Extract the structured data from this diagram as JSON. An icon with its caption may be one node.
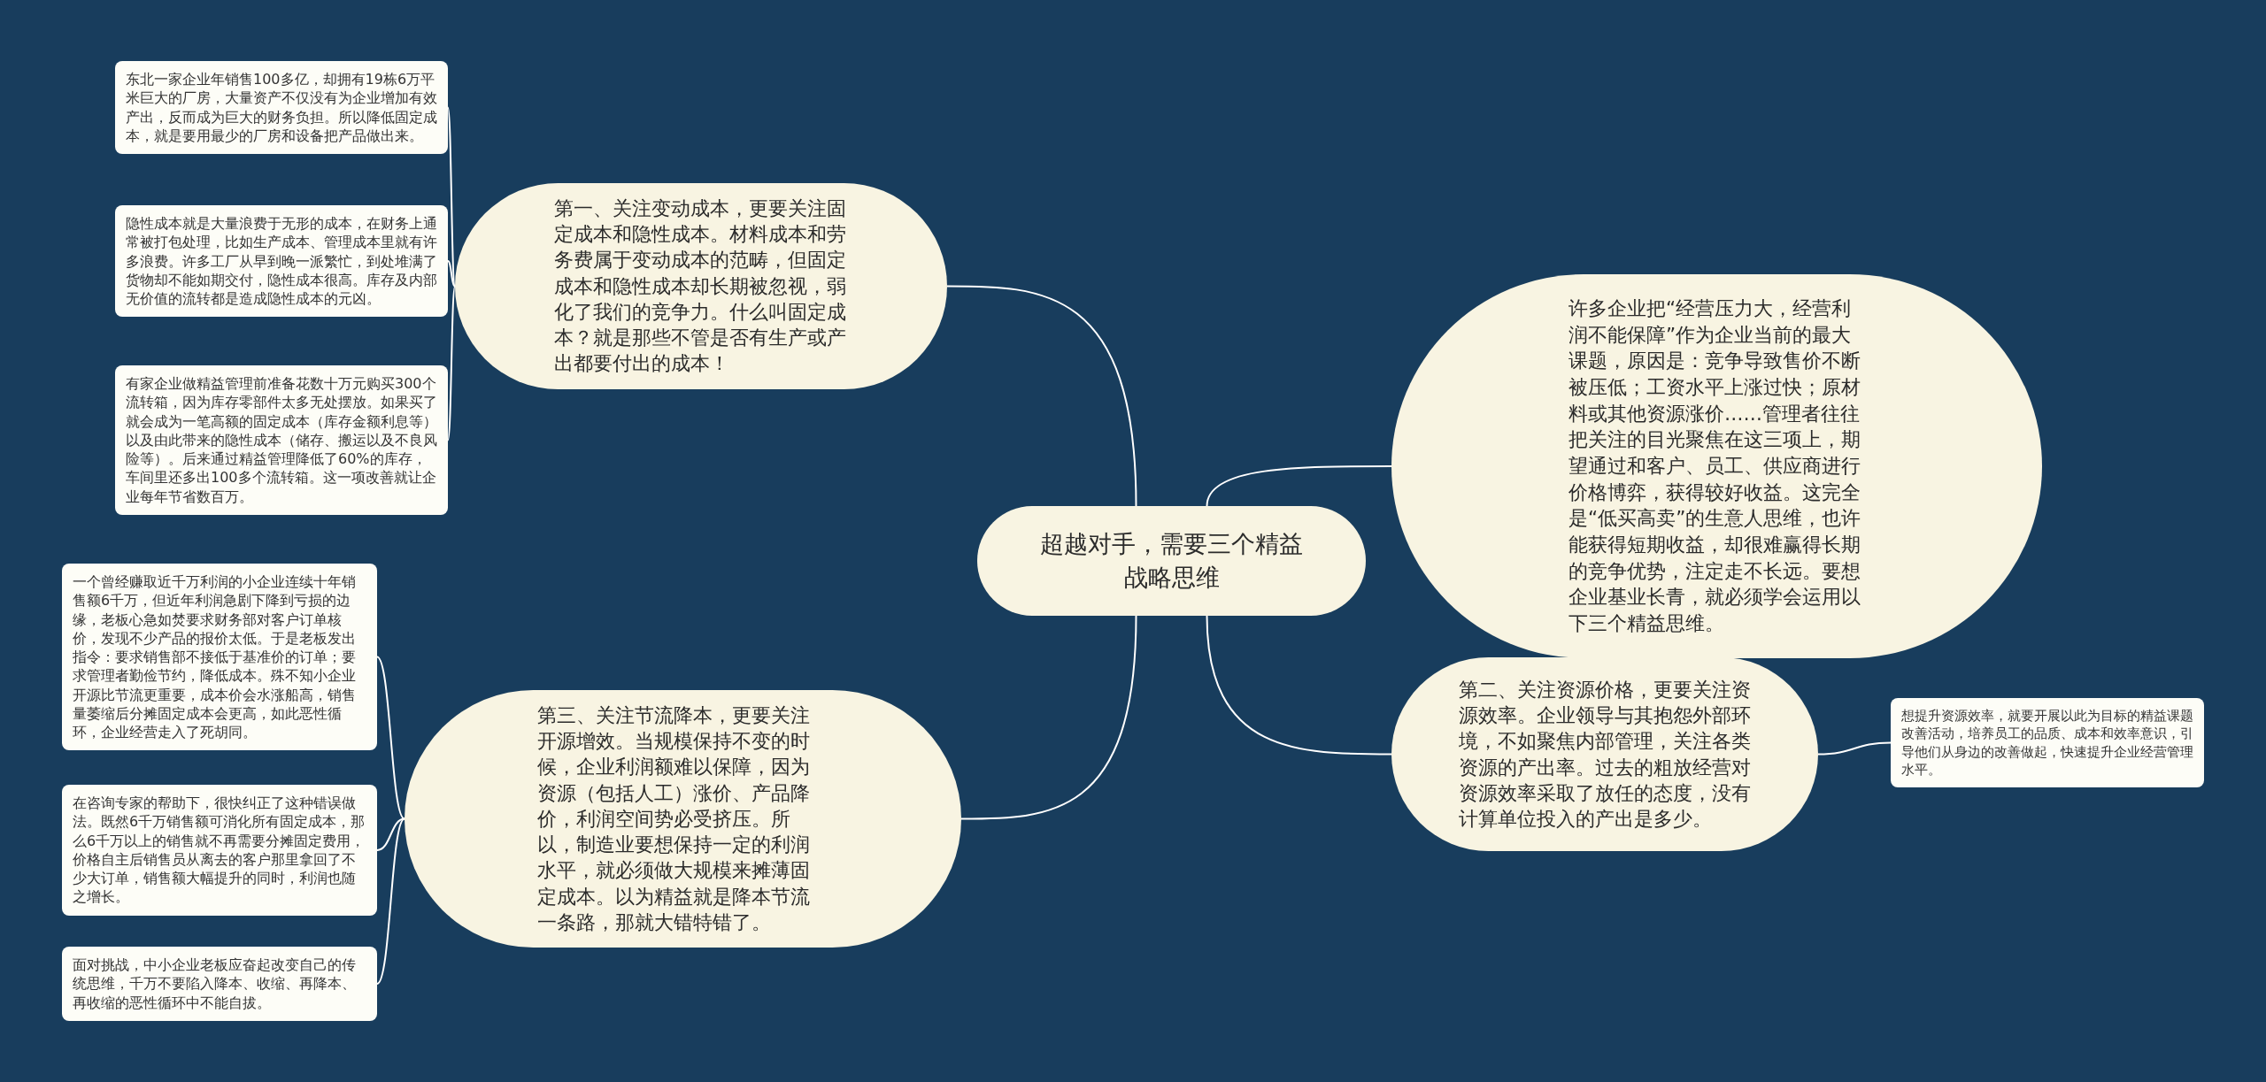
{
  "diagram": {
    "nodes": [
      {
        "text": [
          "超越对手，需要三个精益战略思维"
        ]
      },
      {
        "text": [
          "第一、关注变动成本，更要关注固定成本和隐性成本。材料成本和劳务费属于变动成本的范畴，但固定成本和隐性成本却长期被忽视，弱化了我们的竞争力。什么叫固定成本？就是那些不管是否有生产或产出都要付出的成本！"
        ]
      },
      {
        "text": [
          "东北一家企业年销售100多亿，却拥有19栋6万平米巨大的厂房，大量资产不仅没有为企业增加有效产出，反而成为巨大的财务负担。所以降低固定成本，就是要用最少的厂房和设备把产品做出来。"
        ]
      },
      {
        "text": [
          "隐性成本就是大量浪费于无形的成本，在财务上通常被打包处理，比如生产成本、管理成本里就有许多浪费。许多工厂从早到晚一派繁忙，到处堆满了货物却不能如期交付，隐性成本很高。库存及内部无价值的流转都是造成隐性成本的元凶。"
        ]
      },
      {
        "text": [
          "有家企业做精益管理前准备花数十万元购买300个流转箱，因为库存零部件太多无处摆放。如果买了就会成为一笔高额的固定成本（库存金额利息等）以及由此带来的隐性成本（储存、搬运以及不良风险等）。后来通过精益管理降低了60%的库存，车间里还多出100多个流转箱。这一项改善就让企业每年节省数百万。"
        ]
      },
      {
        "text": [
          "许多企业把“经营压力大，经营利润不能保障”作为企业当前的最大课题，原因是：竞争导致售价不断被压低；工资水平上涨过快；原材料或其他资源涨价……管理者往往把关注的目光聚焦在这三项上，期望通过和客户、员工、供应商进行价格博弈，获得较好收益。这完全是“低买高卖”的生意人思维，也许能获得短期收益，却很难赢得长期的竞争优势，注定走不长远。要想企业基业长青，就必须学会运用以下三个精益思维。"
        ]
      },
      {
        "text": [
          "第二、关注资源价格，更要关注资源效率。企业领导与其抱怨外部环境，不如聚焦内部管理，关注各类资源的产出率。过去的粗放经营对资源效率采取了放任的态度，没有计算单位投入的产出是多少。"
        ]
      },
      {
        "text": [
          "想提升资源效率，就要开展以此为目标的精益课题改善活动，培养员工的品质、成本和效率意识，引导他们从身边的改善做起，快速提升企业经营管理水平。"
        ]
      },
      {
        "text": [
          "第三、关注节流降本，更要关注开源增效。当规模保持不变的时候，企业利润额难以保障，因为资源（包括人工）涨价、产品降价，利润空间势必受挤压。所以，制造业要想保持一定的利润水平，就必须做大规模来摊薄固定成本。以为精益就是降本节流一条路，那就大错特错了。"
        ]
      },
      {
        "text": [
          "一个曾经赚取近千万利润的小企业连续十年销售额6千万，但近年利润急剧下降到亏损的边缘，老板心急如焚要求财务部对客户订单核价，发现不少产品的报价太低。于是老板发出指令：要求销售部不接低于基准价的订单；要求管理者勤俭节约，降低成本。殊不知小企业开源比节流更重要，成本价会水涨船高，销售量萎缩后分摊固定成本会更高，如此恶性循环，企业经营走入了死胡同。"
        ]
      },
      {
        "text": [
          "在咨询专家的帮助下，很快纠正了这种错误做法。既然6千万销售额可消化所有固定成本，那么6千万以上的销售就不再需要分摊固定费用，价格自主后销售员从离去的客户那里拿回了不少大订单，销售额大幅提升的同时，利润也随之增长。"
        ]
      },
      {
        "text": [
          "面对挑战，中小企业老板应奋起改变自己的传统思维，千万不要陷入降本、收缩、再降本、再收缩的恶性循环中不能自拔。"
        ]
      }
    ],
    "edges": [
      {
        "from": 0,
        "to": 1,
        "arrow": "none"
      },
      {
        "from": 1,
        "to": 2,
        "arrow": "none"
      },
      {
        "from": 1,
        "to": 3,
        "arrow": "none"
      },
      {
        "from": 1,
        "to": 4,
        "arrow": "none"
      },
      {
        "from": 0,
        "to": 5,
        "arrow": "none"
      },
      {
        "from": 0,
        "to": 6,
        "arrow": "none"
      },
      {
        "from": 6,
        "to": 7,
        "arrow": "none"
      },
      {
        "from": 0,
        "to": 8,
        "arrow": "none"
      },
      {
        "from": 8,
        "to": 9,
        "arrow": "none"
      },
      {
        "from": 8,
        "to": 10,
        "arrow": "none"
      },
      {
        "from": 8,
        "to": 11,
        "arrow": "none"
      }
    ]
  }
}
